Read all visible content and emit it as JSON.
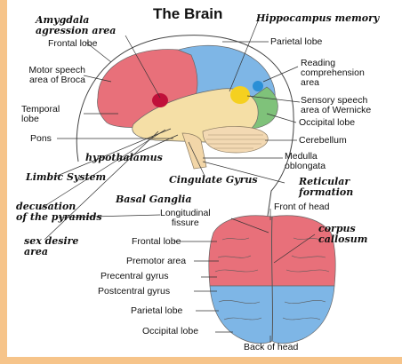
{
  "title": "The Brain",
  "printed_labels": {
    "frontal_lobe": "Frontal lobe",
    "motor_speech": "Motor speech\narea of Broca",
    "temporal_lobe": "Temporal\nlobe",
    "pons": "Pons",
    "parietal_lobe": "Parietal lobe",
    "reading": "Reading\ncomprehension\narea",
    "sensory_speech": "Sensory speech\narea of Wernicke",
    "occipital_lobe": "Occipital lobe",
    "cerebellum": "Cerebellum",
    "medulla": "Medulla\noblongata",
    "front_of_head": "Front of head",
    "longitudinal_fissure": "Longitudinal\nfissure",
    "top_frontal_lobe": "Frontal lobe",
    "premotor_area": "Premotor area",
    "precentral_gyrus": "Precentral gyrus",
    "postcentral_gyrus": "Postcentral gyrus",
    "top_parietal_lobe": "Parietal lobe",
    "top_occipital_lobe": "Occipital lobe",
    "back_of_head": "Back of head"
  },
  "handwritten_labels": {
    "amygdala": "Amygdala\nagression area",
    "hippocampus": "Hippocampus memory",
    "hypothalamus": "hypothalamus",
    "limbic": "Limbic System",
    "cingulate": "Cingulate Gyrus",
    "reticular": "Reticular\nformation",
    "basal": "Basal Ganglia",
    "decusation": "decusation\nof the pyramids",
    "sex_desire": "sex desire\narea",
    "corpus": "corpus\ncallosum"
  },
  "colors": {
    "frontal": "#e8707a",
    "parietal": "#7eb6e6",
    "occipital": "#7fc27a",
    "temporal": "#f5dfa6",
    "cerebellum": "#f3d9b3",
    "brainstem": "#f2d6a8",
    "amygdala": "#c0103a",
    "reading_area": "#2a8fd6",
    "wernicke": "#f5d020",
    "border": "#f6c48a"
  }
}
